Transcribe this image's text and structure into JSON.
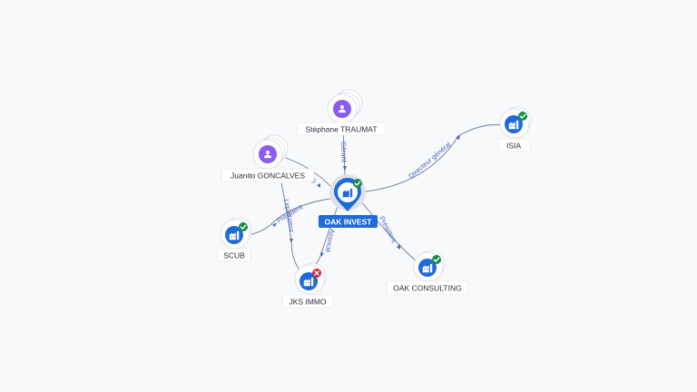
{
  "graph": {
    "center": {
      "label": "OAK INVEST",
      "status": "active",
      "icon": "building-icon"
    },
    "nodes": [
      {
        "id": "traumat",
        "label": "Stéphane TRAUMAT",
        "kind": "person",
        "icon": "person-icon"
      },
      {
        "id": "goncalves",
        "label": "Juanito GONCALVES",
        "kind": "person",
        "icon": "person-icon"
      },
      {
        "id": "isia",
        "label": "ISIA",
        "kind": "company",
        "status": "active",
        "icon": "building-icon"
      },
      {
        "id": "scub",
        "label": "SCUB",
        "kind": "company",
        "status": "active",
        "icon": "building-icon"
      },
      {
        "id": "jks",
        "label": "JKS IMMO",
        "kind": "company",
        "status": "closed",
        "icon": "building-icon"
      },
      {
        "id": "oakconsulting",
        "label": "OAK CONSULTING",
        "kind": "company",
        "status": "active",
        "icon": "building-icon"
      }
    ],
    "edges": [
      {
        "id": "e1",
        "label": "Gérant"
      },
      {
        "id": "e2",
        "label": "Directeur général"
      },
      {
        "id": "e3",
        "label": "Président"
      },
      {
        "id": "e4",
        "label": "Président"
      },
      {
        "id": "e5",
        "label": "Associé"
      },
      {
        "id": "e6",
        "label": "Liquidateur"
      },
      {
        "id": "e7",
        "label": "li"
      }
    ]
  },
  "colors": {
    "company": "#1f6ad8",
    "person": "#8a5cf0",
    "active_badge": "#1a8c4a",
    "closed_badge": "#d8263f",
    "edge": "#6f7a99",
    "edge_label": "#4a66c4"
  }
}
